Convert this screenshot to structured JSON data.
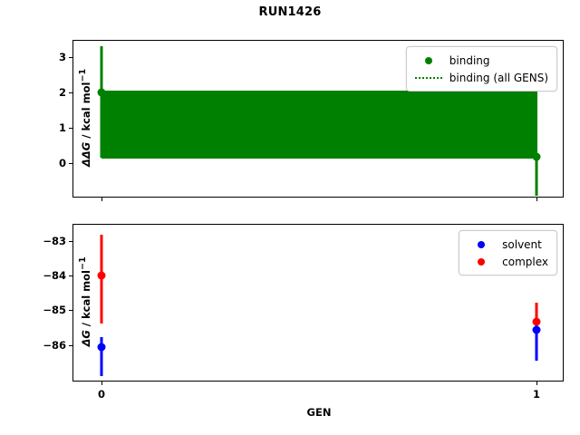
{
  "figure": {
    "title": "RUN1426",
    "xlabel": "GEN",
    "colors": {
      "binding": "#008000",
      "solvent": "#0000ff",
      "complex": "#ff0000"
    }
  },
  "chart_data": [
    {
      "type": "scatter",
      "panel": "top",
      "title": "RUN1426",
      "xlabel": "GEN",
      "ylabel": "ΔΔG / kcal mol⁻¹",
      "ylabel_parts": {
        "delta": "ΔΔG",
        "units": " / kcal mol",
        "exp": "-1"
      },
      "xlim": [
        -0.065,
        1.065
      ],
      "ylim": [
        -0.72,
        3.55
      ],
      "xticks": [
        0,
        1
      ],
      "xticklabels": [
        "0",
        "1"
      ],
      "yticks": [
        0,
        1,
        2,
        3
      ],
      "yticklabels": [
        "0",
        "1",
        "2",
        "3"
      ],
      "grid": false,
      "legend_position": "upper right",
      "legend": [
        "binding",
        "binding (all GENS)"
      ],
      "series": [
        {
          "name": "binding",
          "marker": "o",
          "color": "#008000",
          "x": [
            0,
            1
          ],
          "values": [
            2.0,
            0.2
          ],
          "yerr_low": [
            0.15,
            -0.55
          ],
          "yerr_high": [
            3.3,
            0.2
          ]
        },
        {
          "name": "binding (all GENS)",
          "style": "dotted-band",
          "color": "#008000",
          "band_low": 0.12,
          "band_high": 2.02,
          "x_start": 0,
          "x_end": 1
        }
      ]
    },
    {
      "type": "scatter",
      "panel": "bottom",
      "xlabel": "GEN",
      "ylabel": "ΔG / kcal mol⁻¹",
      "ylabel_parts": {
        "delta": "ΔG",
        "units": " / kcal mol",
        "exp": "-1"
      },
      "xlim": [
        -0.065,
        1.065
      ],
      "ylim": [
        -86.62,
        -82.52
      ],
      "xticks": [
        0,
        1
      ],
      "xticklabels": [
        "0",
        "1"
      ],
      "yticks": [
        -83,
        -84,
        -85,
        -86
      ],
      "yticklabels": [
        "−83",
        "−84",
        "−85",
        "−86"
      ],
      "grid": false,
      "legend_position": "upper right",
      "legend": [
        "solvent",
        "complex"
      ],
      "series": [
        {
          "name": "solvent",
          "marker": "o",
          "color": "#0000ff",
          "x": [
            0,
            1
          ],
          "values": [
            -85.95,
            -85.5
          ],
          "yerr_low": [
            -86.45,
            -86.05
          ],
          "yerr_high": [
            -85.45,
            -85.0
          ]
        },
        {
          "name": "complex",
          "marker": "o",
          "color": "#ff0000",
          "x": [
            0,
            1
          ],
          "values": [
            -83.95,
            -85.28
          ],
          "yerr_low": [
            -85.08,
            -86.0
          ],
          "yerr_high": [
            -82.8,
            -84.55
          ]
        }
      ]
    }
  ],
  "top_panel": {
    "legend": {
      "binding_label": "binding",
      "all_gens_label": "binding (all GENS)"
    },
    "yticklabels": [
      "3",
      "2",
      "1",
      "0"
    ],
    "ylabel_main": "ΔΔG",
    "ylabel_unit": " / kcal mol",
    "ylabel_exp": "−1"
  },
  "bottom_panel": {
    "legend": {
      "solvent_label": "solvent",
      "complex_label": "complex"
    },
    "yticklabels": [
      "−83",
      "−84",
      "−85",
      "−86"
    ],
    "xticklabels": [
      "0",
      "1"
    ],
    "ylabel_main": "ΔG",
    "ylabel_unit": " / kcal mol",
    "ylabel_exp": "−1"
  }
}
